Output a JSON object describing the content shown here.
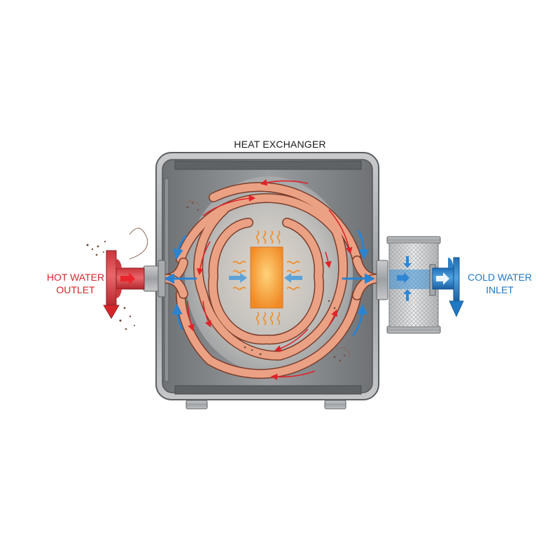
{
  "diagram": {
    "title": "HEAT EXCHANGER",
    "labels": {
      "hot_outlet_line1": "HOT WATER",
      "hot_outlet_line2": "OUTLET",
      "cold_inlet_line1": "COLD WATER",
      "cold_inlet_line2": "INLET"
    },
    "components": [
      "housing",
      "coiled-copper-pipe",
      "heating-element",
      "hot-water-outlet-pipe",
      "cold-water-inlet-pipe",
      "mesh-filter-cartridge",
      "support-feet"
    ],
    "colors": {
      "hot": "#d6252a",
      "cold": "#1f78c4",
      "copper": "#e8967a",
      "housing": "#8a8d90",
      "heater": "#f39a2c"
    }
  }
}
